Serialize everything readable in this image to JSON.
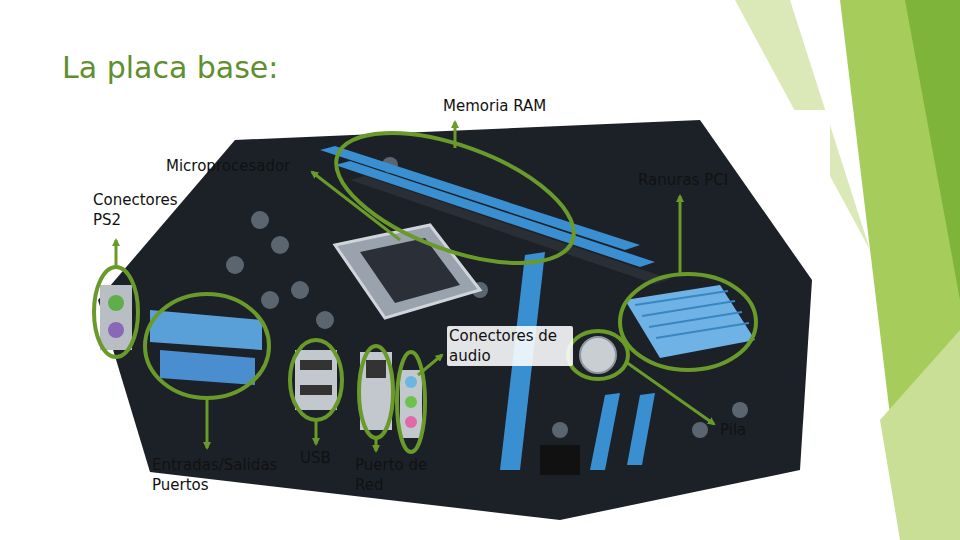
{
  "diagram": {
    "title": "La placa base:",
    "labels": [
      "Memoria RAM",
      "Microprocesador",
      "Ranuras PCI",
      "Conectores PS2",
      "Conectores de audio",
      "Pila",
      "Entradas/Salidas Puertos",
      "USB",
      "Puerto de Red"
    ]
  }
}
